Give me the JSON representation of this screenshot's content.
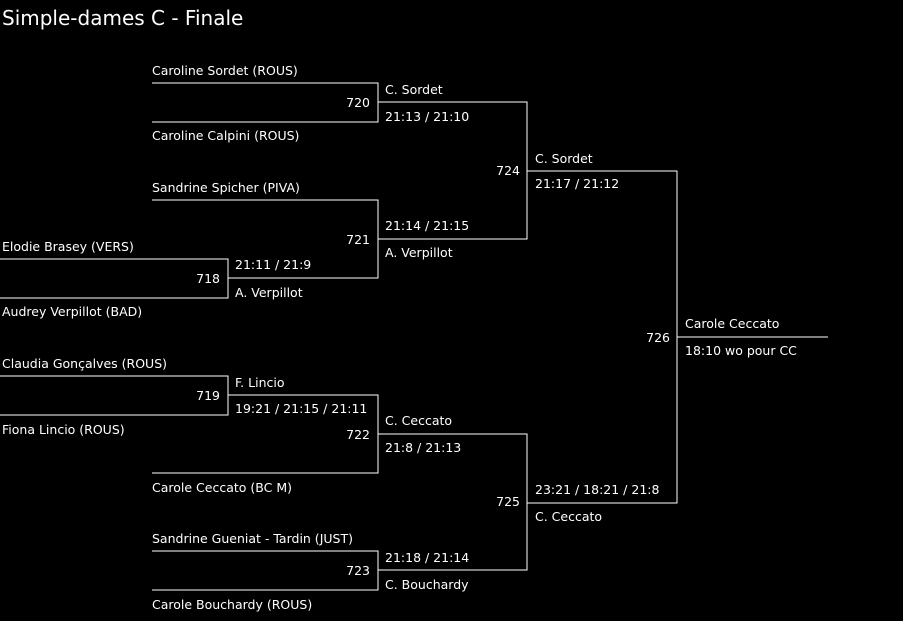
{
  "title": "Simple-dames C - Finale",
  "colors": {
    "background": "#000000",
    "text": "#ffffff",
    "lines": "#ffffff"
  },
  "players": {
    "sordet": "Caroline Sordet (ROUS)",
    "calpini": "Caroline Calpini (ROUS)",
    "spicher": "Sandrine Spicher (PIVA)",
    "brasey": "Elodie Brasey (VERS)",
    "verpillot": "Audrey Verpillot (BAD)",
    "goncalves": "Claudia Gonçalves (ROUS)",
    "lincio": "Fiona Lincio (ROUS)",
    "ceccato": "Carole Ceccato (BC M)",
    "gueniat": "Sandrine Gueniat - Tardin (JUST)",
    "bouchardy": "Carole Bouchardy (ROUS)"
  },
  "matches": {
    "m718": {
      "number": "718",
      "winner": "A. Verpillot",
      "score": "21:11 / 21:9"
    },
    "m719": {
      "number": "719",
      "winner": "F. Lincio",
      "score": "19:21 / 21:15 / 21:11"
    },
    "m720": {
      "number": "720",
      "winner": "C. Sordet",
      "score": "21:13 / 21:10"
    },
    "m721": {
      "number": "721",
      "winner": "A. Verpillot",
      "score": "21:14 / 21:15"
    },
    "m722": {
      "number": "722",
      "winner": "C. Ceccato",
      "score": "21:8 / 21:13"
    },
    "m723": {
      "number": "723",
      "winner": "C. Bouchardy",
      "score": "21:18 / 21:14"
    },
    "m724": {
      "number": "724",
      "winner": "C. Sordet",
      "score": "21:17 / 21:12"
    },
    "m725": {
      "number": "725",
      "winner": "C. Ceccato",
      "score": "23:21 / 18:21 / 21:8"
    },
    "m726": {
      "number": "726",
      "winner": "Carole Ceccato",
      "score": "18:10 wo pour CC"
    }
  }
}
